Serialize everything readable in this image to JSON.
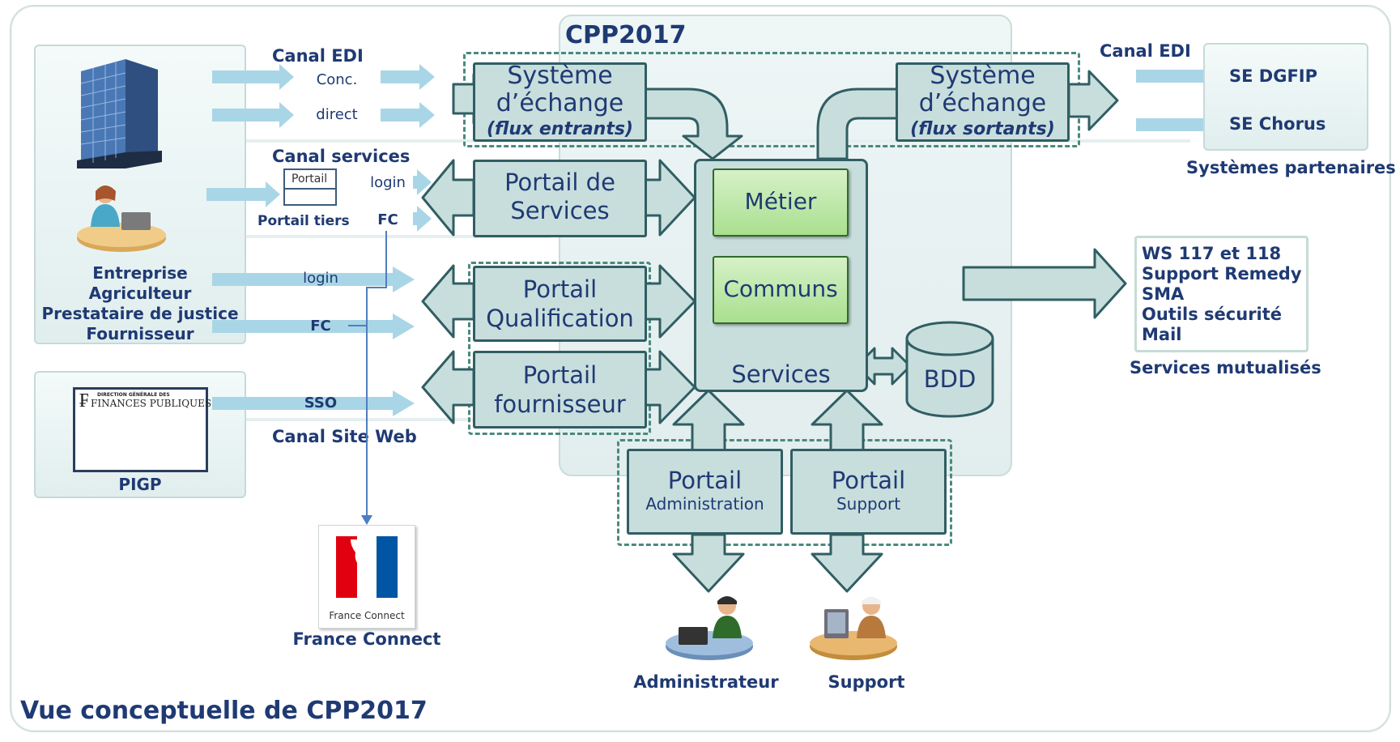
{
  "title": "Vue conceptuelle de CPP2017",
  "cpp_label": "CPP2017",
  "left": {
    "canal_edi": "Canal EDI",
    "conc": "Conc.",
    "direct": "direct",
    "canal_services": "Canal services",
    "portail_small": "Portail",
    "portail_tiers": "Portail tiers",
    "login1": "login",
    "fc1": "FC",
    "login2": "login",
    "fc2": "FC",
    "sso": "SSO",
    "canal_site_web": "Canal Site Web",
    "actors": [
      "Entreprise",
      "Agriculteur",
      "Prestataire de justice",
      "Fournisseur"
    ],
    "pigp": "PIGP",
    "dgfip_logo_line1": "DIRECTION GÉNÉRALE DES",
    "dgfip_logo_line2": "FINANCES PUBLIQUES"
  },
  "center": {
    "se_in_title": [
      "Système",
      "d’échange"
    ],
    "se_in_sub": "(flux entrants)",
    "se_out_title": [
      "Système",
      "d’échange"
    ],
    "se_out_sub": "(flux sortants)",
    "portail_services": [
      "Portail de",
      "Services"
    ],
    "portail_qualif": [
      "Portail",
      "Qualification"
    ],
    "portail_fourn": [
      "Portail",
      "fournisseur"
    ],
    "metier": "Métier",
    "communs": "Communs",
    "services": "Services",
    "bdd": "BDD",
    "portail_admin": [
      "Portail",
      "Administration"
    ],
    "portail_support": [
      "Portail",
      "Support"
    ],
    "administrateur": "Administrateur",
    "support": "Support"
  },
  "france_connect": {
    "logo_text": "France Connect",
    "label": "France Connect"
  },
  "right": {
    "canal_edi": "Canal EDI",
    "se_dgfip": "SE DGFIP",
    "se_chorus": "SE Chorus",
    "systemes_partenaires": "Systèmes partenaires",
    "mutualised": [
      "WS 117 et 118",
      "Support Remedy",
      "SMA",
      "Outils sécurité",
      "Mail"
    ],
    "services_mutualises": "Services mutualisés"
  },
  "colors": {
    "text": "#1f3a73",
    "portal_fill": "#c8dedd",
    "portal_border": "#305e63",
    "light_arrow": "#a9d6e6",
    "green": "#aadf8f"
  }
}
